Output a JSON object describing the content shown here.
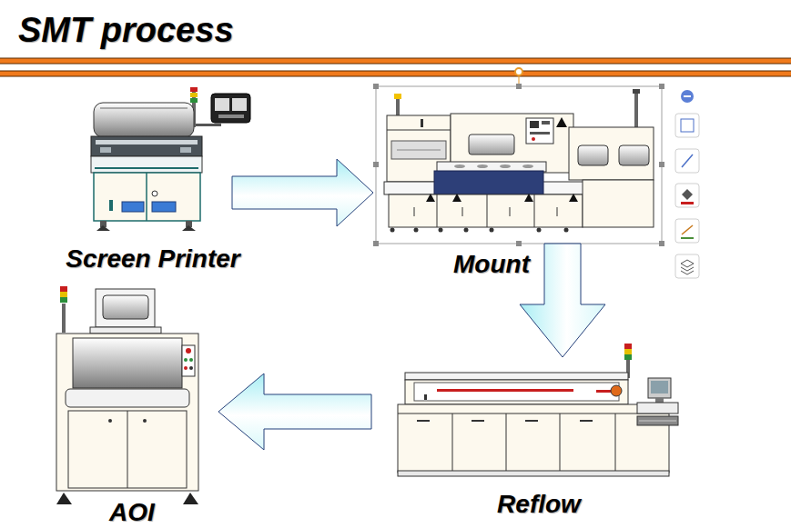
{
  "diagram": {
    "title": "SMT process",
    "nodes": [
      {
        "text": [
          "Screen Printer"
        ]
      },
      {
        "text": [
          "Mount"
        ]
      },
      {
        "text": [
          "Reflow"
        ]
      },
      {
        "text": [
          "AOI"
        ]
      }
    ],
    "edges": [
      {
        "from": 0,
        "to": 1,
        "arrow": "to"
      },
      {
        "from": 1,
        "to": 2,
        "arrow": "to"
      },
      {
        "from": 2,
        "to": 3,
        "arrow": "to"
      }
    ]
  }
}
